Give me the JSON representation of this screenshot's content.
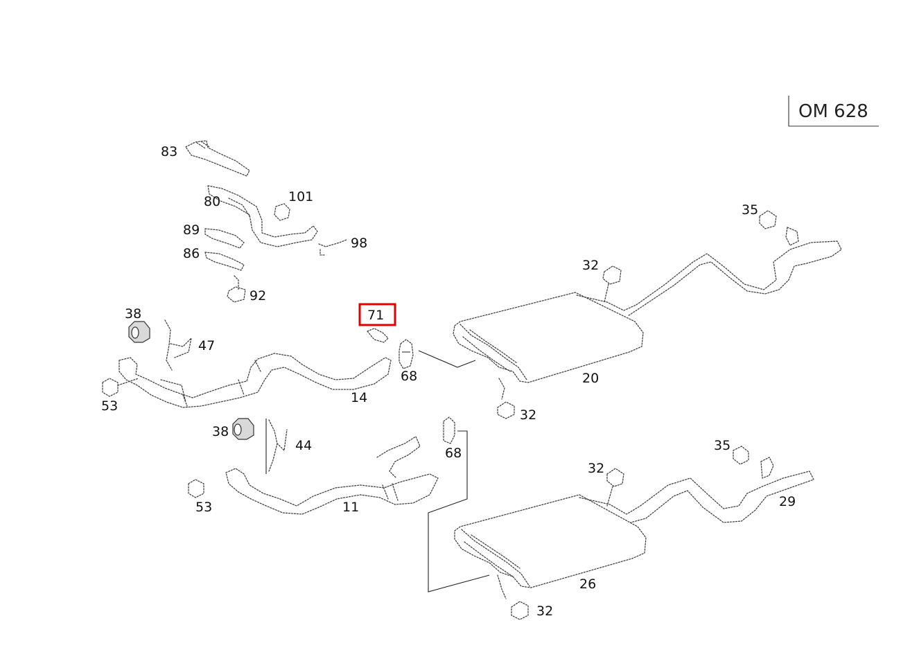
{
  "engine_label": "OM 628",
  "highlighted": "71",
  "callouts": {
    "c83": "83",
    "c80": "80",
    "c101": "101",
    "c89": "89",
    "c98": "98",
    "c86": "86",
    "c92": "92",
    "c38a": "38",
    "c47": "47",
    "c71": "71",
    "c68a": "68",
    "c14": "14",
    "c53a": "53",
    "c32a": "32",
    "c35a": "35",
    "c20": "20",
    "c32b": "32",
    "c38b": "38",
    "c44": "44",
    "c68b": "68",
    "c53b": "53",
    "c11": "11",
    "c32c": "32",
    "c35b": "35",
    "c29": "29",
    "c26": "26",
    "c32d": "32"
  }
}
